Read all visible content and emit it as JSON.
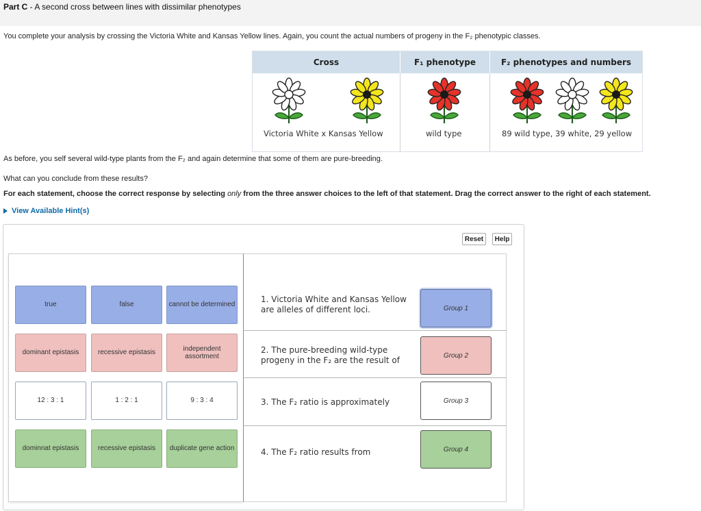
{
  "header": {
    "title_bold": "Part C",
    "title_rest": " - A second cross between lines with dissimilar phenotypes"
  },
  "intro": "You complete your analysis by crossing the Victoria White and Kansas Yellow lines. Again, you count the actual numbers of progeny in the F₂ phenotypic classes.",
  "cross_table": {
    "headers": [
      "Cross",
      "F₁ phenotype",
      "F₂ phenotypes and numbers"
    ],
    "cross_caption": "Victoria White  x  Kansas Yellow",
    "f1_caption": "wild type",
    "f2_caption": "89 wild type, 39 white, 29 yellow",
    "flower_colors": {
      "white": "#ffffff",
      "yellow": "#f4e61c",
      "red": "#e5332a",
      "stem": "#4aa83a"
    }
  },
  "paragraph2": "As before, you self several wild-type plants from the F₂ and again determine that some of them are pure-breeding.",
  "question": "What can you conclude from these results?",
  "instructions": {
    "pre": "For each statement, choose the correct response by selecting ",
    "em": "only",
    "post": " from the three answer choices to the left of that statement. Drag the correct answer to the right of each statement."
  },
  "hint_link": "View Available Hint(s)",
  "toolbar": {
    "reset": "Reset",
    "help": "Help"
  },
  "choices": [
    [
      "true",
      "false",
      "cannot be determined"
    ],
    [
      "dominant epistasis",
      "recessive epistasis",
      "independent assortment"
    ],
    [
      "12 : 3 : 1",
      "1 : 2 : 1",
      "9 : 3 : 4"
    ],
    [
      "dominnat epistasis",
      "recessive epistasis",
      "duplicate gene action"
    ]
  ],
  "statements": [
    [
      "1. Victoria White and Kansas Yellow",
      "are alleles of different loci."
    ],
    [
      "2. The pure-breeding wild-type",
      "progeny in the F₂ are the result of"
    ],
    [
      "3. The F₂ ratio is approximately"
    ],
    [
      "4. The F₂ ratio results from"
    ]
  ],
  "groups": [
    "Group 1",
    "Group 2",
    "Group 3",
    "Group 4"
  ]
}
